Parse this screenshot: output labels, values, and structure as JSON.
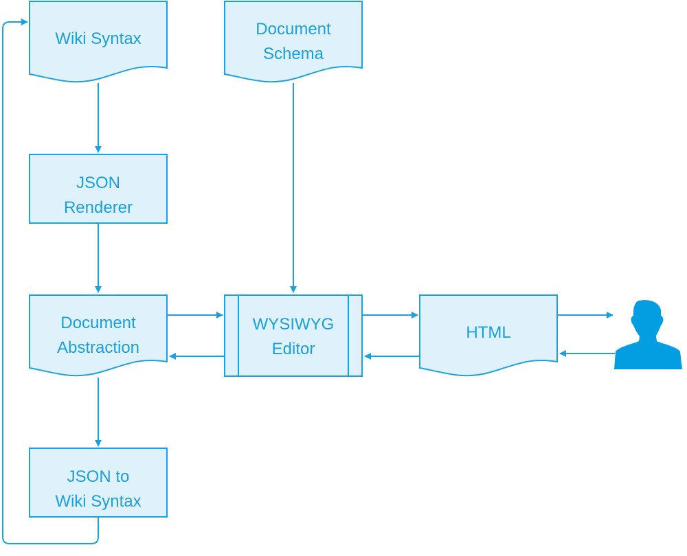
{
  "colors": {
    "stroke": "#1ba1e2",
    "fill": "#dff2fb",
    "text": "#1a9fe0"
  },
  "nodes": {
    "wiki_syntax": {
      "lines": [
        "Wiki Syntax"
      ],
      "shape": "document"
    },
    "document_schema": {
      "lines": [
        "Document",
        "Schema"
      ],
      "shape": "document"
    },
    "json_renderer": {
      "lines": [
        "JSON",
        "Renderer"
      ],
      "shape": "process"
    },
    "document_abstraction": {
      "lines": [
        "Document",
        "Abstraction"
      ],
      "shape": "document"
    },
    "wysiwyg_editor": {
      "lines": [
        "WYSIWYG",
        "Editor"
      ],
      "shape": "predefined-process"
    },
    "html": {
      "lines": [
        "HTML"
      ],
      "shape": "document"
    },
    "json_to_wiki": {
      "lines": [
        "JSON to",
        "Wiki Syntax"
      ],
      "shape": "process"
    },
    "user": {
      "icon": "user-icon"
    }
  },
  "edges": [
    {
      "from": "wiki_syntax",
      "to": "json_renderer"
    },
    {
      "from": "json_renderer",
      "to": "document_abstraction"
    },
    {
      "from": "document_schema",
      "to": "wysiwyg_editor"
    },
    {
      "from": "document_abstraction",
      "to": "wysiwyg_editor"
    },
    {
      "from": "wysiwyg_editor",
      "to": "document_abstraction"
    },
    {
      "from": "wysiwyg_editor",
      "to": "html"
    },
    {
      "from": "html",
      "to": "wysiwyg_editor"
    },
    {
      "from": "html",
      "to": "user"
    },
    {
      "from": "user",
      "to": "html"
    },
    {
      "from": "document_abstraction",
      "to": "json_to_wiki"
    },
    {
      "from": "json_to_wiki",
      "to": "wiki_syntax"
    }
  ]
}
